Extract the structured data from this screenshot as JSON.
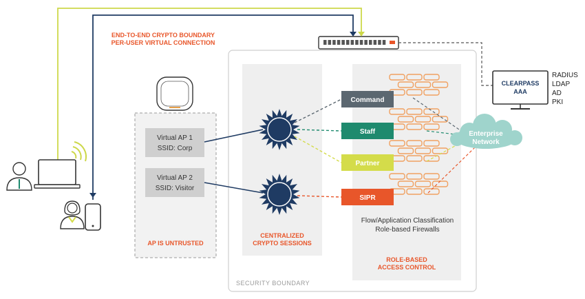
{
  "header": {
    "crypto_boundary_line1": "END-TO-END CRYPTO BOUNDARY",
    "crypto_boundary_line2": "PER-USER VIRTUAL CONNECTION"
  },
  "ap_zone": {
    "vap1_line1": "Virtual AP 1",
    "vap1_line2": "SSID: Corp",
    "vap2_line1": "Virtual AP 2",
    "vap2_line2": "SSID: Visitor",
    "untrusted_label": "AP  IS UNTRUSTED"
  },
  "crypto": {
    "label_line1": "CENTRALIZED",
    "label_line2": "CRYPTO SESSIONS"
  },
  "roles": [
    {
      "label": "Command",
      "color": "#5b6770"
    },
    {
      "label": "Staff",
      "color": "#1e8a6e"
    },
    {
      "label": "Partner",
      "color": "#d4dc4a"
    },
    {
      "label": "SIPR",
      "color": "#e8562a"
    }
  ],
  "firewall": {
    "desc_line1": "Flow/Application Classification",
    "desc_line2": "Role-based Firewalls",
    "label_line1": "ROLE-BASED",
    "label_line2": "ACCESS CONTROL"
  },
  "security_boundary": "SECURITY BOUNDARY",
  "enterprise": {
    "line1": "Enterprise",
    "line2": "Network"
  },
  "clearpass": {
    "line1": "CLEARPASS",
    "line2": "AAA",
    "services": [
      "RADIUS",
      "LDAP",
      "AD",
      "PKI"
    ]
  },
  "colors": {
    "accent_red": "#e8562a",
    "navy": "#1f3b63",
    "lime": "#d4dc4a",
    "teal": "#1e8a6e",
    "cloud": "#9fd4cc",
    "panel_gray": "#efefef"
  }
}
